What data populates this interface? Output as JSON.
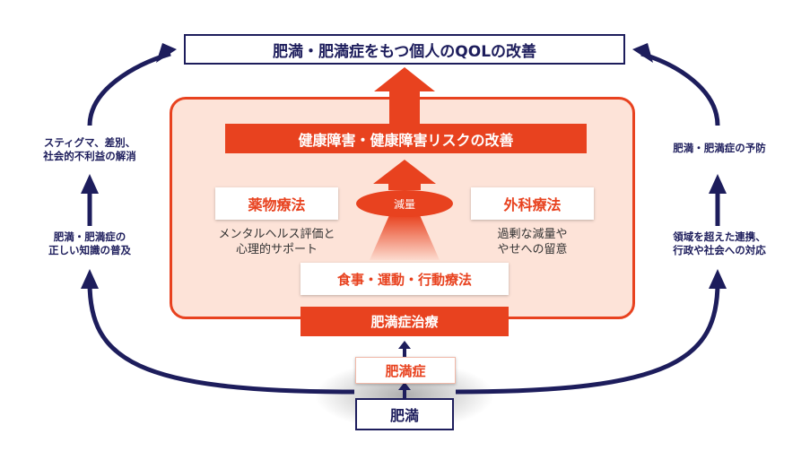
{
  "top_goal": "肥満・肥満症をもつ個人のQOLの改善",
  "health_improvement": "健康障害・健康障害リスクの改善",
  "weight_loss": "減量",
  "drug_therapy": {
    "title": "薬物療法",
    "lines": [
      "メンタルヘルス評価と",
      "心理的サポート"
    ]
  },
  "surgery": {
    "title": "外科療法",
    "lines": [
      "過剰な減量や",
      "やせへの留意"
    ]
  },
  "lifestyle_therapy": "食事・運動・行動療法",
  "obesity_disease_treatment": "肥満症治療",
  "obesity_disease": "肥満症",
  "obesity": "肥満",
  "left_side": {
    "upper": [
      "スティグマ、差別、",
      "社会的不利益の解消"
    ],
    "lower": [
      "肥満・肥満症の",
      "正しい知識の普及"
    ]
  },
  "right_side": {
    "upper": [
      "肥満・肥満症の予防"
    ],
    "lower": [
      "領域を超えた連携、",
      "行政や社会への対応"
    ]
  },
  "colors": {
    "navy": "#1d1d5c",
    "red": "#e8421f",
    "panel_fill": "#fde3d8"
  }
}
